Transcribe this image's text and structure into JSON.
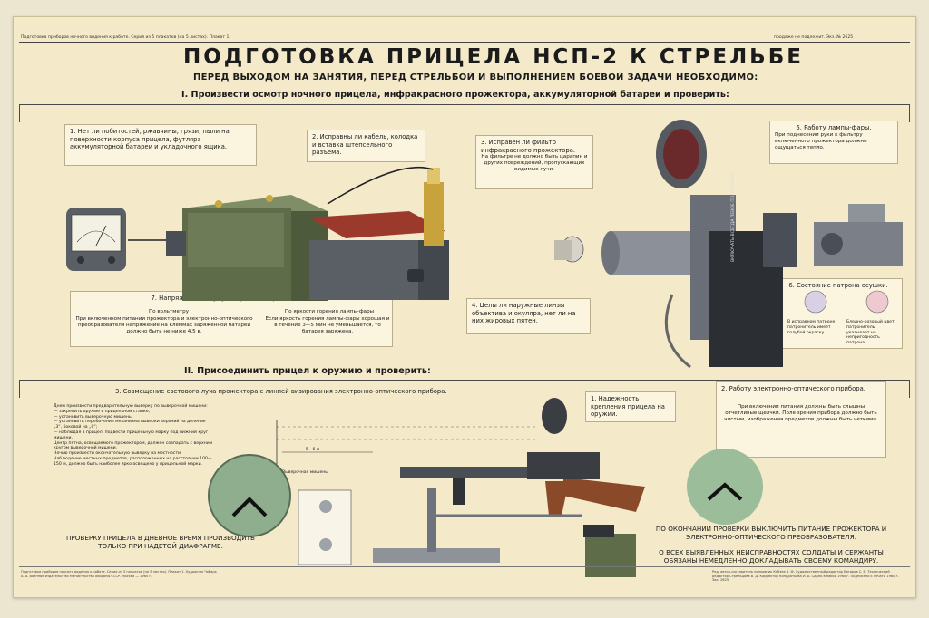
{
  "header": {
    "left_meta": "Подготовка приборов ночного видения к работе. Серия из 5 плакатов (на 5 листах). Плакат 1.",
    "right_meta": "продаже не подлежит. Экз. № 2625"
  },
  "title": "ПОДГОТОВКА ПРИЦЕЛА НСП-2 К СТРЕЛЬБЕ",
  "subtitle": "ПЕРЕД ВЫХОДОМ НА ЗАНЯТИЯ, ПЕРЕД СТРЕЛЬБОЙ И ВЫПОЛНЕНИЕМ БОЕВОЙ ЗАДАЧИ НЕОБХОДИМО:",
  "section1": {
    "heading": "I. Произвести осмотр ночного прицела, инфракрасного прожектора, аккумуляторной батареи и проверить:",
    "c1": "1. Нет ли побитостей, ржавчины, грязи, пыли на поверхности корпуса прицела, футляра аккумуляторной батареи и укладочного ящика.",
    "c2": "2. Исправны ли кабель, колодка и вставка штепсельного разъема.",
    "c3_title": "3. Исправен ли фильтр инфракрасного прожектора.",
    "c3_body": "На фильтре не должно быть царапин и других повреждений, пропускающих видимые лучи.",
    "c4": "4. Целы ли наружные линзы объектива и окуляра, нет ли на них жировых пятен.",
    "c5_title": "5. Работу лампы-фары.",
    "c5_body": "При поднесении руки к фильтру включенного прожектора должно ощущаться тепло.",
    "c6_title": "6. Состояние патрона осушки.",
    "c6_left": "В исправном патроне патронитель имеет голубой окраску.",
    "c6_right": "Бледно-розовый цвет патронитель указывает на непригодность патрона.",
    "c7_title": "7. Напряжение аккумуляторной батареи ЗСЦ-25.",
    "c7_left_head": "По вольтметру",
    "c7_left": "При включенном питании прожектора и электронно-оптического преобразователя напряжение на клеммах заряженной батареи должно быть не ниже 4,5 в.",
    "c7_right_head": "По яркости горения лампы-фары",
    "c7_right": "Если яркость горения лампы-фары хорошая и в течение 3—5 мин не уменьшается, то батарея заряжена.",
    "plate_text": "ВКЛЮЧАТЬ ВСЕГДА ЛЕВОЕ ПОЛОЖЕНИЕ"
  },
  "section2": {
    "heading": "II. Присоединить прицел к оружию и проверить:",
    "c1": "1. Надежность крепления прицела на оружии.",
    "c2_title": "2. Работу электронно-оптического прибора.",
    "c2_body": "При включении питания должны быть слышны отчетливые щелчки. Поле зрения прибора должно быть чистым, изображения предметов должны быть четкими.",
    "c3": "3. Совмещение светового луча прожектора с линией визирования электронно-оптического прибора.",
    "c3_instructions": [
      "Днем произвести предварительную выверку по выверочной мишени:",
      "— закрепить оружие в прицельном станке;",
      "— установить выверочную мишень;",
      "— установить перебочение механизма выверки верхний на деление „3“, боковой на „0“;",
      "— наблюдая в прицел, подвести прицельную марку под нижний круг мишени.",
      "Центр пятна, освещаемого прожектором, должен совпадать с верхним кругом выверочной мишени.",
      "Ночью произвести окончательную выверку на местности.",
      "Наблюдение местных предметов, расположенных на расстоянии 100—150 м, должно быть наиболее ярко освещено у прицельной марки."
    ],
    "distance_label": "5—6 м",
    "target_label": "Выверочная мишень",
    "note_left": "ПРОВЕРКУ ПРИЦЕЛА В ДНЕВНОЕ ВРЕМЯ ПРОИЗВОДИТЬ ТОЛЬКО ПРИ НАДЕТОЙ ДИАФРАГМЕ.",
    "note_right_1": "ПО ОКОНЧАНИИ ПРОВЕРКИ ВЫКЛЮЧИТЬ ПИТАНИЕ ПРОЖЕКТОРА И ЭЛЕКТРОННО-ОПТИЧЕСКОГО ПРЕОБРАЗОВАТЕЛЯ.",
    "note_right_2": "О ВСЕХ ВЫЯВЛЕННЫХ НЕИСПРАВНОСТЯХ СОЛДАТЫ И СЕРЖАНТЫ ОБЯЗАНЫ НЕМЕДЛЕННО ДОКЛАДЫВАТЬ СВОЕМУ КОМАНДИРУ."
  },
  "footer": {
    "left": "Подготовка приборов ночного видения к работе. Серия из 5 плакатов (на 5 листах). Плакат 1. Художник Чобарь А. А. Военное издательство Министерства обороны СССР. Москва — 1960 г.",
    "right": "Ред. автор-составитель полковник Кобзев В. Ф. Художественный редактор Багиров С. В. Технический редактор Стрельцова В. Д. Корректор Кондратьева И. А. Сдано в набор 1960 г. Подписано к печати 1960 г. Зак. 2625."
  },
  "colors": {
    "paper": "#f4e9c9",
    "callout": "#fbf4df",
    "green_battery": "#6d7c56",
    "grey_metal": "#5a5f66",
    "red_box": "#9b3a2c",
    "wood": "#8a4a2a",
    "night_green": "#8fae8e"
  }
}
